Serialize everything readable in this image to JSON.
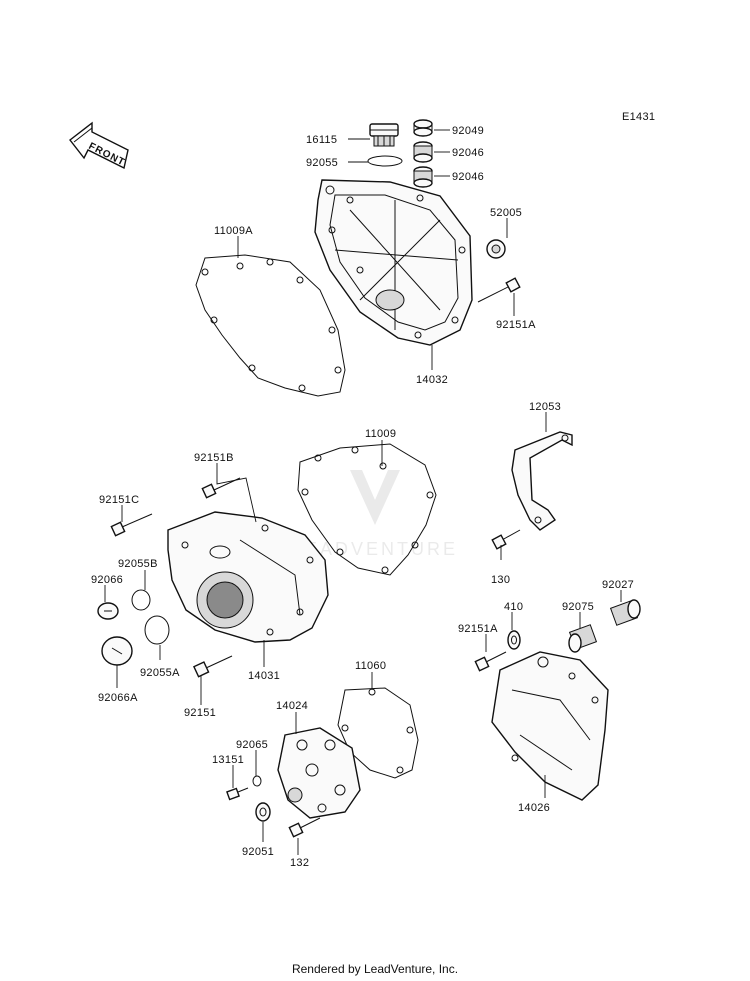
{
  "diagram_code": "E1431",
  "front_label": "FRONT",
  "watermark": "LEADVENTURE",
  "footer": "Rendered by LeadVenture, Inc.",
  "labels": {
    "p16115": "16115",
    "p92049": "92049",
    "p92055": "92055",
    "p92046a": "92046",
    "p92046b": "92046",
    "p11009A": "11009A",
    "p52005": "52005",
    "p92151A_top": "92151A",
    "p14032": "14032",
    "p12053": "12053",
    "p11009": "11009",
    "p92151B": "92151B",
    "p92151C": "92151C",
    "p92055B": "92055B",
    "p92066": "92066",
    "p130": "130",
    "p92027": "92027",
    "p410": "410",
    "p92075": "92075",
    "p92151A_mid": "92151A",
    "p92055A": "92055A",
    "p14031": "14031",
    "p92066A": "92066A",
    "p92151": "92151",
    "p11060": "11060",
    "p14024": "14024",
    "p92065": "92065",
    "p13151": "13151",
    "p14026": "14026",
    "p92051": "92051",
    "p132": "132"
  }
}
